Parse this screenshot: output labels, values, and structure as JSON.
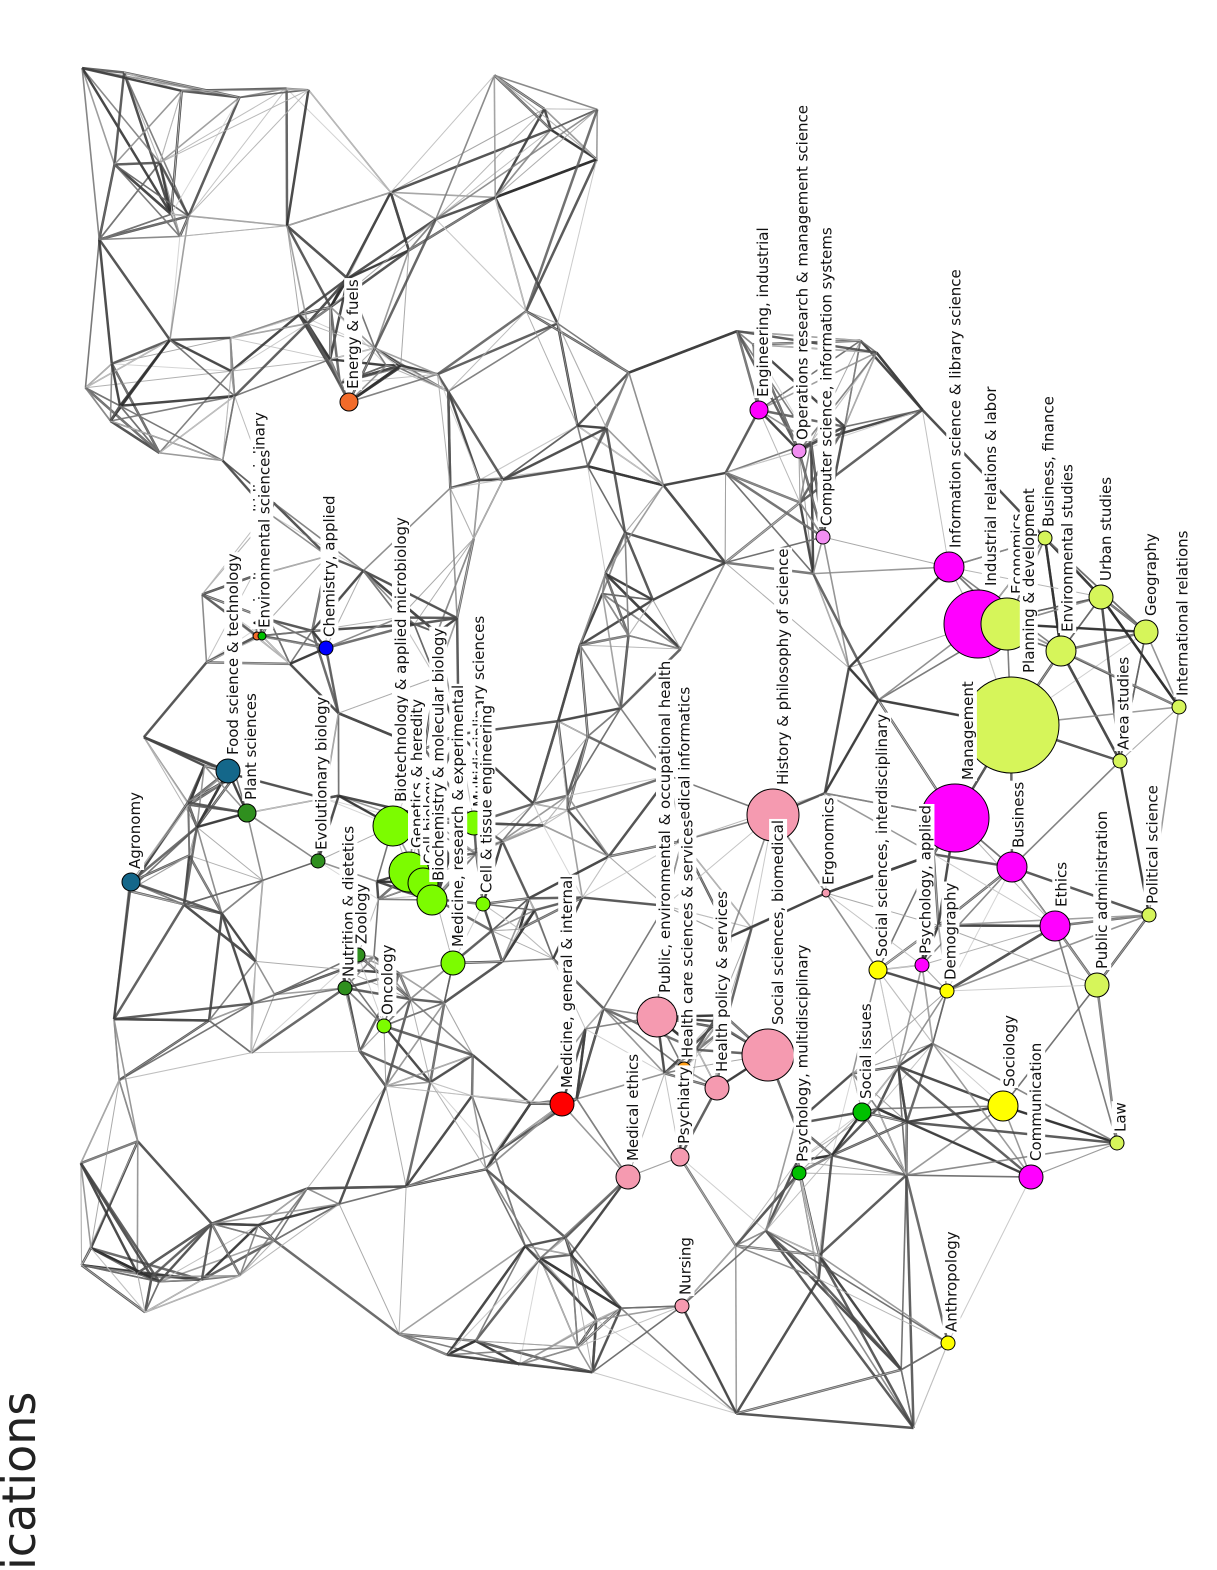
{
  "side_title": "ications",
  "colors": {
    "agriculture": "#14678a",
    "plant": "#2f8f1e",
    "blue": "#0000ff",
    "orange": "#f26b2a",
    "lime": "#7cfc00",
    "green": "#00c000",
    "red": "#ff0000",
    "pink": "#f59ab0",
    "magenta": "#ff00ff",
    "violet": "#f28ef2",
    "yellow": "#ffff00",
    "yellowgreen": "#d6f55a",
    "amber": "#ff9f1a"
  },
  "nodes": [
    {
      "label": "Agronomy",
      "color": "agriculture",
      "size": 3
    },
    {
      "label": "Food science & technology",
      "color": "agriculture",
      "size": 4
    },
    {
      "label": "Plant sciences",
      "color": "plant",
      "size": 3
    },
    {
      "label": "Agriculture, multidisciplinary",
      "color": "orange",
      "size": 1
    },
    {
      "label": "Environmental sciences",
      "color": "green",
      "size": 1
    },
    {
      "label": "Evolutionary biology",
      "color": "plant",
      "size": 2
    },
    {
      "label": "Chemistry, applied",
      "color": "blue",
      "size": 2
    },
    {
      "label": "Energy & fuels",
      "color": "orange",
      "size": 3
    },
    {
      "label": "Biotechnology & applied microbiology",
      "color": "lime",
      "size": 6
    },
    {
      "label": "Genetics & heredity",
      "color": "lime",
      "size": 6
    },
    {
      "label": "Cell biology",
      "color": "lime",
      "size": 5
    },
    {
      "label": "Biochemistry & molecular biology",
      "color": "lime",
      "size": 5
    },
    {
      "label": "Medicine, research & experimental",
      "color": "lime",
      "size": 4
    },
    {
      "label": "Multidisciplinary sciences",
      "color": "lime",
      "size": 4
    },
    {
      "label": "Cell & tissue engineering",
      "color": "lime",
      "size": 2
    },
    {
      "label": "Nutrition & dietetics",
      "color": "plant",
      "size": 2
    },
    {
      "label": "Zoology",
      "color": "plant",
      "size": 2
    },
    {
      "label": "Oncology",
      "color": "lime",
      "size": 2
    },
    {
      "label": "Medicine, general & internal",
      "color": "red",
      "size": 4
    },
    {
      "label": "Public, environmental & occupational health",
      "color": "pink",
      "size": 6
    },
    {
      "label": "Medical informatics",
      "color": "pink",
      "size": 1
    },
    {
      "label": "Medical ethics",
      "color": "pink",
      "size": 4
    },
    {
      "label": "Health care sciences & services",
      "color": "amber",
      "size": 2
    },
    {
      "label": "Psychiatry",
      "color": "pink",
      "size": 3
    },
    {
      "label": "Health policy & services",
      "color": "pink",
      "size": 4
    },
    {
      "label": "Social sciences, biomedical",
      "color": "pink",
      "size": 7
    },
    {
      "label": "History & philosophy of science",
      "color": "pink",
      "size": 7
    },
    {
      "label": "Ergonomics",
      "color": "pink",
      "size": 1
    },
    {
      "label": "Psychology, multidisciplinary",
      "color": "green",
      "size": 2
    },
    {
      "label": "Social issues",
      "color": "green",
      "size": 3
    },
    {
      "label": "Nursing",
      "color": "pink",
      "size": 2
    },
    {
      "label": "Social sciences, interdisciplinary",
      "color": "yellow",
      "size": 3
    },
    {
      "label": "Psychology, applied",
      "color": "magenta",
      "size": 2
    },
    {
      "label": "Demography",
      "color": "yellow",
      "size": 2
    },
    {
      "label": "Anthropology",
      "color": "yellow",
      "size": 2
    },
    {
      "label": "Sociology",
      "color": "yellow",
      "size": 5
    },
    {
      "label": "Communication",
      "color": "magenta",
      "size": 4
    },
    {
      "label": "Law",
      "color": "yellowgreen",
      "size": 2
    },
    {
      "label": "Engineering, industrial",
      "color": "magenta",
      "size": 3
    },
    {
      "label": "Operations research & management science",
      "color": "violet",
      "size": 2
    },
    {
      "label": "Computer science, information systems",
      "color": "violet",
      "size": 2
    },
    {
      "label": "Information science & library science",
      "color": "magenta",
      "size": 5
    },
    {
      "label": "Management",
      "color": "magenta",
      "size": 8
    },
    {
      "label": "Industrial relations & labor",
      "color": "magenta",
      "size": 8
    },
    {
      "label": "Economics",
      "color": "yellowgreen",
      "size": 7
    },
    {
      "label": "Planning & development",
      "color": "yellowgreen",
      "size": 9
    },
    {
      "label": "Business",
      "color": "magenta",
      "size": 5
    },
    {
      "label": "Ethics",
      "color": "magenta",
      "size": 5
    },
    {
      "label": "Business, finance",
      "color": "yellowgreen",
      "size": 2
    },
    {
      "label": "Environmental studies",
      "color": "yellowgreen",
      "size": 5
    },
    {
      "label": "Urban studies",
      "color": "yellowgreen",
      "size": 4
    },
    {
      "label": "Geography",
      "color": "yellowgreen",
      "size": 4
    },
    {
      "label": "Area studies",
      "color": "yellowgreen",
      "size": 2
    },
    {
      "label": "International relations",
      "color": "yellowgreen",
      "size": 2
    },
    {
      "label": "Political science",
      "color": "yellowgreen",
      "size": 2
    },
    {
      "label": "Public administration",
      "color": "yellowgreen",
      "size": 4
    }
  ]
}
